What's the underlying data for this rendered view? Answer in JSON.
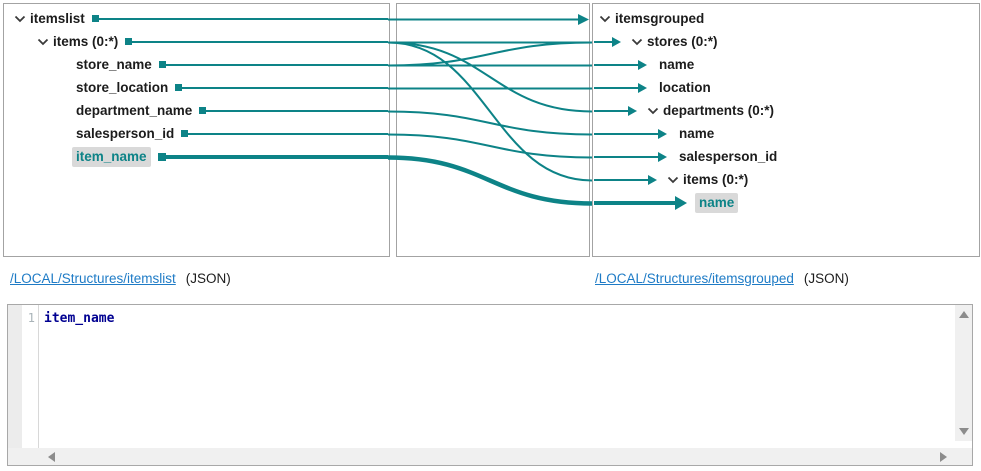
{
  "colors": {
    "accent_teal": "#0d8387",
    "link_blue": "#1e7bc6",
    "highlight_bg": "#d9d9d9",
    "code_navy": "#000091"
  },
  "source_tree": {
    "nodes": [
      {
        "label": "itemslist",
        "level": 0,
        "parent": true
      },
      {
        "label": "items (0:*)",
        "level": 1,
        "parent": true
      },
      {
        "label": "store_name",
        "level": 2
      },
      {
        "label": "store_location",
        "level": 2
      },
      {
        "label": "department_name",
        "level": 2
      },
      {
        "label": "salesperson_id",
        "level": 2
      },
      {
        "label": "item_name",
        "level": 2,
        "highlighted": true,
        "thick": true
      }
    ]
  },
  "target_tree": {
    "nodes": [
      {
        "label": "itemsgrouped",
        "level": 0,
        "parent": true,
        "no_arrow": true
      },
      {
        "label": "stores (0:*)",
        "level": 1,
        "parent": true
      },
      {
        "label": "name",
        "level": 2
      },
      {
        "label": "location",
        "level": 2
      },
      {
        "label": "departments (0:*)",
        "level": 2,
        "parent": true
      },
      {
        "label": "name",
        "level": 3
      },
      {
        "label": "salesperson_id",
        "level": 3
      },
      {
        "label": "items (0:*)",
        "level": 3,
        "parent": true
      },
      {
        "label": "name",
        "level": 4,
        "highlighted": true,
        "thick": true
      }
    ]
  },
  "connections": [
    {
      "from": 0,
      "to": 0,
      "mid_arrow": true
    },
    {
      "from": 1,
      "to": 1
    },
    {
      "from": 1,
      "to": 4
    },
    {
      "from": 1,
      "to": 7
    },
    {
      "from": 2,
      "to": 1
    },
    {
      "from": 2,
      "to": 2
    },
    {
      "from": 3,
      "to": 3
    },
    {
      "from": 4,
      "to": 5
    },
    {
      "from": 5,
      "to": 6
    },
    {
      "from": 6,
      "to": 8,
      "thick": true
    }
  ],
  "source_link": {
    "path": "/LOCAL/Structures/itemslist",
    "format": "(JSON)"
  },
  "target_link": {
    "path": "/LOCAL/Structures/itemsgrouped",
    "format": "(JSON)"
  },
  "editor": {
    "line_number": "1",
    "content": "item_name"
  }
}
